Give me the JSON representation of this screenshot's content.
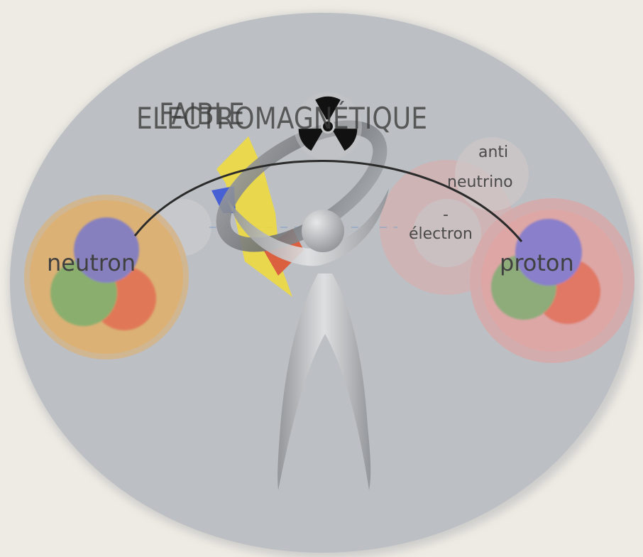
{
  "background_color": "#eeebe4",
  "oval_color": "#bcbfc3",
  "titles": {
    "weak": "FAIBLE",
    "electromagnetic": "ELECTROMAGNÉTIQUE"
  },
  "particles": {
    "neutron": "neutron",
    "proton": "proton",
    "antineutrino_line1": "anti",
    "antineutrino_line2": "neutrino",
    "electron": "électron",
    "electron_charge": "-"
  },
  "icons": [
    "radioactive-icon",
    "lightning-bolt-icon",
    "human-figure-icon"
  ],
  "colors": {
    "neutron_body": "#e3ad5e",
    "proton_body": "#e9a09d",
    "quark_blue": "#6a6fd8",
    "quark_green": "#6fae6a",
    "quark_red": "#e2664e",
    "bolt_yellow": "#f2dc3a",
    "bolt_blue": "#3350d6",
    "bolt_red": "#e0502a"
  }
}
